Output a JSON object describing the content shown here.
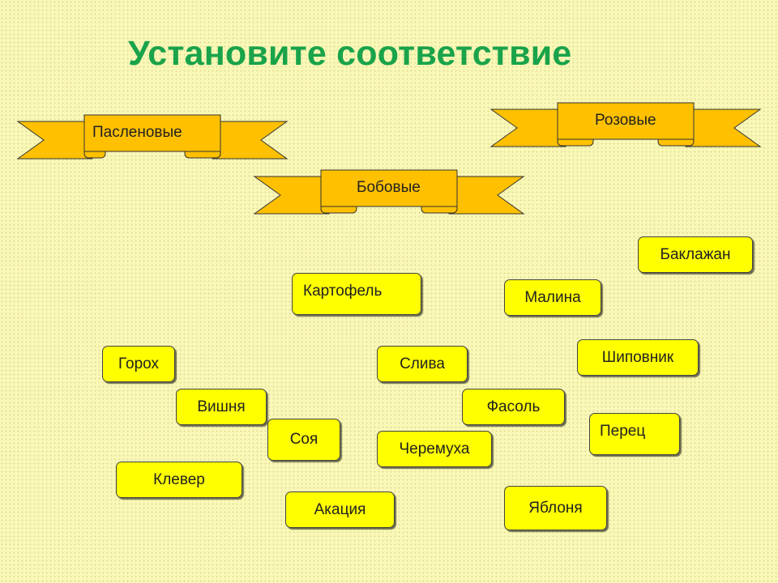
{
  "title": "Установите соответствие",
  "colors": {
    "background": "#f9f8b6",
    "title": "#19a34a",
    "ribbon_fill": "#ffc000",
    "card_fill": "#ffff00"
  },
  "categories": [
    {
      "label": "Пасленовые"
    },
    {
      "label": "Розовые"
    },
    {
      "label": "Бобовые"
    }
  ],
  "cards": [
    {
      "label": "Баклажан"
    },
    {
      "label": "Картофель"
    },
    {
      "label": "Малина"
    },
    {
      "label": "Горох"
    },
    {
      "label": "Слива"
    },
    {
      "label": "Шиповник"
    },
    {
      "label": "Вишня"
    },
    {
      "label": "Фасоль"
    },
    {
      "label": "Соя"
    },
    {
      "label": "Перец"
    },
    {
      "label": "Черемуха"
    },
    {
      "label": "Клевер"
    },
    {
      "label": "Акация"
    },
    {
      "label": "Яблоня"
    }
  ]
}
